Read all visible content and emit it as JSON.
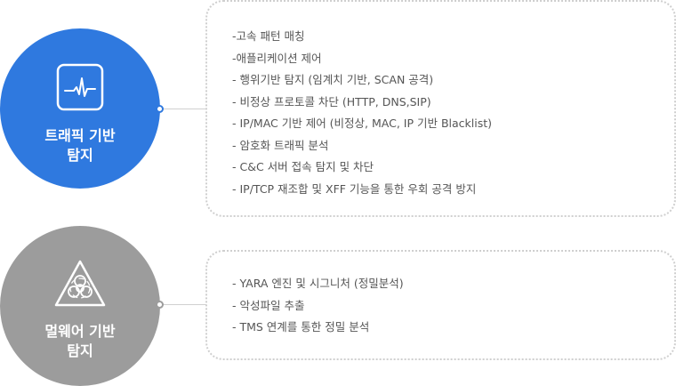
{
  "sections": [
    {
      "title_line1": "트래픽 기반",
      "title_line2": "탐지",
      "icon": "heartbeat-monitor-icon",
      "color": "#2f79df",
      "items": [
        "-고속 패턴 매칭",
        "-애플리케이션 제어",
        "- 행위기반 탐지 (임계치 기반, SCAN 공격)",
        "- 비정상 프로토콜 차단 (HTTP, DNS,SIP)",
        "- IP/MAC 기반 제어 (비정상, MAC, IP 기반 Blacklist)",
        "- 암호화 트래픽 분석",
        "- C&C 서버 접속 탐지 및 차단",
        "- IP/TCP 재조합 및 XFF 기능을 통한 우회 공격 방지"
      ]
    },
    {
      "title_line1": "멀웨어 기반",
      "title_line2": "탐지",
      "icon": "biohazard-warning-icon",
      "color": "#9c9c9c",
      "items": [
        "- YARA 엔진 및 시그니처 (정밀분석)",
        "- 악성파일 추출",
        "- TMS 연계를 통한 정밀 분석"
      ]
    }
  ]
}
